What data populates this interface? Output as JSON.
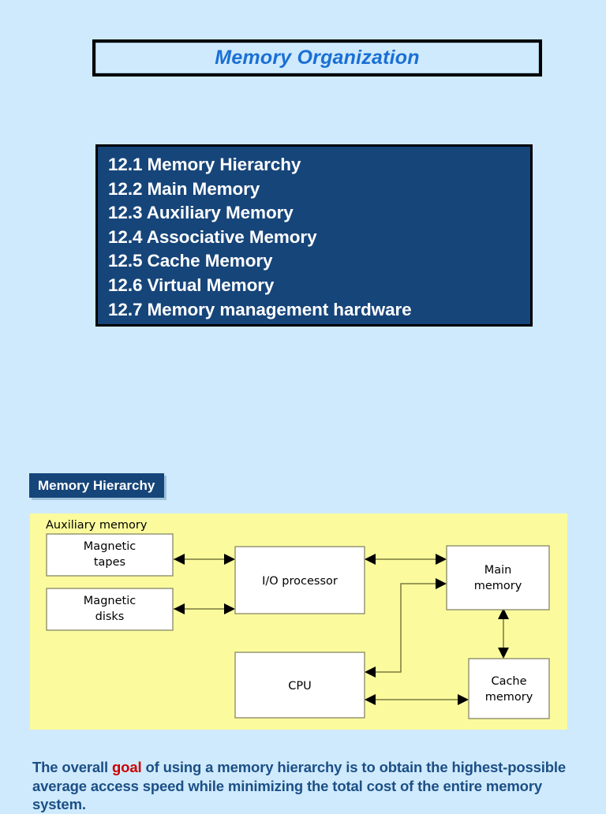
{
  "slide": {
    "title": "Memory Organization",
    "agenda": [
      "12.1 Memory Hierarchy",
      "12.2 Main Memory",
      "12.3 Auxiliary Memory",
      "12.4 Associative Memory",
      "12.5 Cache Memory",
      "12.6 Virtual Memory",
      "12.7 Memory management hardware"
    ],
    "section_heading": "Memory Hierarchy"
  },
  "diagram": {
    "group_label": "Auxiliary memory",
    "boxes": {
      "magnetic_tapes_line1": "Magnetic",
      "magnetic_tapes_line2": "tapes",
      "magnetic_disks_line1": "Magnetic",
      "magnetic_disks_line2": "disks",
      "io_processor": "I/O processor",
      "main_memory_line1": "Main",
      "main_memory_line2": "memory",
      "cpu": "CPU",
      "cache_memory_line1": "Cache",
      "cache_memory_line2": "memory"
    }
  },
  "note": {
    "part1": "The overall ",
    "keyword": "goal",
    "part2": " of using a memory hierarchy is to obtain the highest-possible average access speed while minimizing the total cost of the entire memory system."
  },
  "colors": {
    "page_background": "#cfeafc",
    "title_text": "#1a6fd4",
    "agenda_background": "#16457a",
    "agenda_text": "#ffffff",
    "diagram_background": "#fbfb9e",
    "note_text": "#1c4f86",
    "keyword_text": "#cc0000"
  }
}
